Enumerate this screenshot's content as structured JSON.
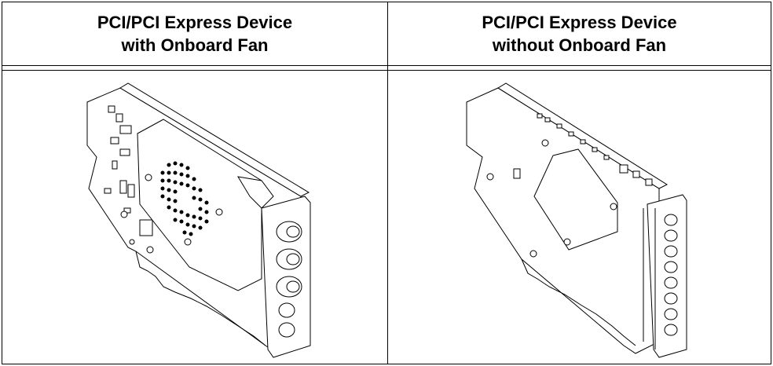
{
  "table": {
    "columns": [
      {
        "title_line1": "PCI/PCI Express Device",
        "title_line2": "with Onboard Fan",
        "illustration": "pci-device-with-fan"
      },
      {
        "title_line1": "PCI/PCI Express Device",
        "title_line2": "without Onboard Fan",
        "illustration": "pci-device-without-fan"
      }
    ]
  }
}
